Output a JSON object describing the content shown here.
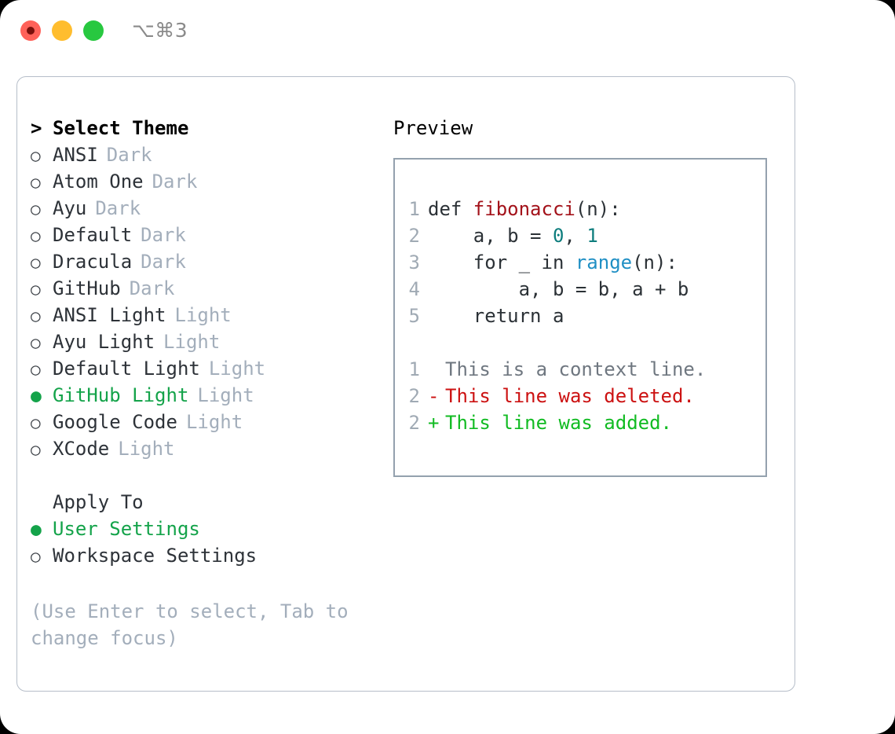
{
  "window": {
    "titlebar": {
      "shortcut": "⌥⌘3",
      "traffic_lights": [
        {
          "name": "close",
          "color": "#ff6159"
        },
        {
          "name": "minimize",
          "color": "#ffbd2e"
        },
        {
          "name": "maximize",
          "color": "#28c840"
        }
      ]
    }
  },
  "theme_picker": {
    "heading": {
      "marker": ">",
      "label": "Select Theme"
    },
    "items": [
      {
        "marker": "○",
        "label": "ANSI",
        "variant": "Dark",
        "selected": false
      },
      {
        "marker": "○",
        "label": "Atom One",
        "variant": "Dark",
        "selected": false
      },
      {
        "marker": "○",
        "label": "Ayu",
        "variant": "Dark",
        "selected": false
      },
      {
        "marker": "○",
        "label": "Default",
        "variant": "Dark",
        "selected": false
      },
      {
        "marker": "○",
        "label": "Dracula",
        "variant": "Dark",
        "selected": false
      },
      {
        "marker": "○",
        "label": "GitHub",
        "variant": "Dark",
        "selected": false
      },
      {
        "marker": "○",
        "label": "ANSI Light",
        "variant": "Light",
        "selected": false
      },
      {
        "marker": "○",
        "label": "Ayu Light",
        "variant": "Light",
        "selected": false
      },
      {
        "marker": "○",
        "label": "Default Light",
        "variant": "Light",
        "selected": false
      },
      {
        "marker": "●",
        "label": "GitHub Light",
        "variant": "Light",
        "selected": true
      },
      {
        "marker": "○",
        "label": "Google Code",
        "variant": "Light",
        "selected": false
      },
      {
        "marker": "○",
        "label": "XCode",
        "variant": "Light",
        "selected": false
      }
    ]
  },
  "apply_to": {
    "heading": {
      "marker": "",
      "label": "Apply To"
    },
    "options": [
      {
        "marker": "●",
        "label": "User Settings",
        "selected": true
      },
      {
        "marker": "○",
        "label": "Workspace Settings",
        "selected": false
      }
    ]
  },
  "hint": "(Use Enter to select, Tab to change focus)",
  "preview": {
    "heading": "Preview",
    "code_lines": [
      {
        "lineno": "1",
        "tokens": [
          {
            "text": "def ",
            "kind": "plain"
          },
          {
            "text": "fibonacci",
            "kind": "fn"
          },
          {
            "text": "(n):",
            "kind": "plain"
          }
        ]
      },
      {
        "lineno": "2",
        "tokens": [
          {
            "text": "    a, b = ",
            "kind": "plain"
          },
          {
            "text": "0",
            "kind": "num"
          },
          {
            "text": ", ",
            "kind": "plain"
          },
          {
            "text": "1",
            "kind": "num"
          }
        ]
      },
      {
        "lineno": "3",
        "tokens": [
          {
            "text": "    for _ in ",
            "kind": "plain"
          },
          {
            "text": "range",
            "kind": "call"
          },
          {
            "text": "(n):",
            "kind": "plain"
          }
        ]
      },
      {
        "lineno": "4",
        "tokens": [
          {
            "text": "        a, b = b, a + b",
            "kind": "plain"
          }
        ]
      },
      {
        "lineno": "5",
        "tokens": [
          {
            "text": "    return a",
            "kind": "plain"
          }
        ]
      }
    ],
    "diff_lines": [
      {
        "lineno": "1",
        "sign": " ",
        "text": "This is a context line.",
        "kind": "context"
      },
      {
        "lineno": "2",
        "sign": "-",
        "text": "This line was deleted.",
        "kind": "deleted"
      },
      {
        "lineno": "2",
        "sign": "+",
        "text": "This line was added.",
        "kind": "added"
      }
    ]
  },
  "colors": {
    "accent_green": "#14a34a",
    "muted": "#a3aebb",
    "lineno": "#a0aab4",
    "fn": "#a3121a",
    "num": "#0d7d7d",
    "call": "#1f8fc4",
    "diff_deleted": "#cc1111",
    "diff_added": "#11bb22",
    "diff_context": "#6f7780",
    "border": "#b6bec9",
    "preview_border": "#94a1ae"
  }
}
